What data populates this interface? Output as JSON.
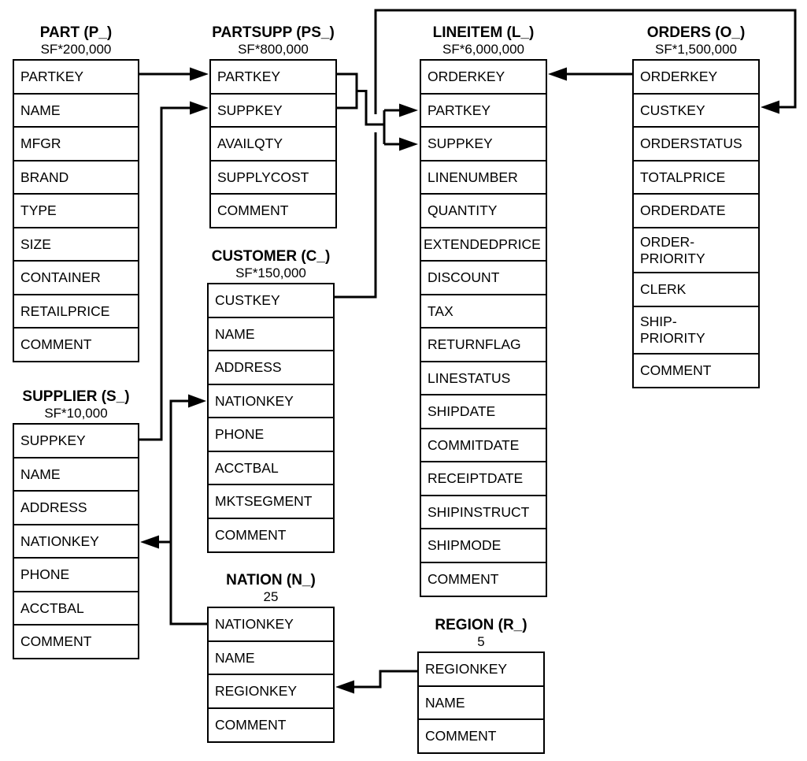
{
  "diagram_type": "database-schema",
  "colors": {
    "background": "#ffffff",
    "line": "#000000",
    "text": "#000000"
  },
  "tables": {
    "part": {
      "title": "PART (P_)",
      "count": "SF*200,000",
      "columns": [
        "PARTKEY",
        "NAME",
        "MFGR",
        "BRAND",
        "TYPE",
        "SIZE",
        "CONTAINER",
        "RETAILPRICE",
        "COMMENT"
      ]
    },
    "partsupp": {
      "title": "PARTSUPP (PS_)",
      "count": "SF*800,000",
      "columns": [
        "PARTKEY",
        "SUPPKEY",
        "AVAILQTY",
        "SUPPLYCOST",
        "COMMENT"
      ]
    },
    "lineitem": {
      "title": "LINEITEM (L_)",
      "count": "SF*6,000,000",
      "columns": [
        "ORDERKEY",
        "PARTKEY",
        "SUPPKEY",
        "LINENUMBER",
        "QUANTITY",
        "EXTENDEDPRICE",
        "DISCOUNT",
        "TAX",
        "RETURNFLAG",
        "LINESTATUS",
        "SHIPDATE",
        "COMMITDATE",
        "RECEIPTDATE",
        "SHIPINSTRUCT",
        "SHIPMODE",
        "COMMENT"
      ]
    },
    "orders": {
      "title": "ORDERS (O_)",
      "count": "SF*1,500,000",
      "columns": [
        "ORDERKEY",
        "CUSTKEY",
        "ORDERSTATUS",
        "TOTALPRICE",
        "ORDERDATE",
        "ORDER-\nPRIORITY",
        "CLERK",
        "SHIP-\nPRIORITY",
        "COMMENT"
      ]
    },
    "supplier": {
      "title": "SUPPLIER (S_)",
      "count": "SF*10,000",
      "columns": [
        "SUPPKEY",
        "NAME",
        "ADDRESS",
        "NATIONKEY",
        "PHONE",
        "ACCTBAL",
        "COMMENT"
      ]
    },
    "customer": {
      "title": "CUSTOMER (C_)",
      "count": "SF*150,000",
      "columns": [
        "CUSTKEY",
        "NAME",
        "ADDRESS",
        "NATIONKEY",
        "PHONE",
        "ACCTBAL",
        "MKTSEGMENT",
        "COMMENT"
      ]
    },
    "nation": {
      "title": "NATION (N_)",
      "count": "25",
      "columns": [
        "NATIONKEY",
        "NAME",
        "REGIONKEY",
        "COMMENT"
      ]
    },
    "region": {
      "title": "REGION (R_)",
      "count": "5",
      "columns": [
        "REGIONKEY",
        "NAME",
        "COMMENT"
      ]
    }
  },
  "relationships": [
    {
      "from": "PART.PARTKEY",
      "to": "PARTSUPP.PARTKEY"
    },
    {
      "from": "SUPPLIER.SUPPKEY",
      "to": "PARTSUPP.SUPPKEY"
    },
    {
      "from": "PARTSUPP.PARTKEY",
      "to": "LINEITEM.PARTKEY"
    },
    {
      "from": "PARTSUPP.SUPPKEY",
      "to": "LINEITEM.SUPPKEY"
    },
    {
      "from": "ORDERS.ORDERKEY",
      "to": "LINEITEM.ORDERKEY"
    },
    {
      "from": "CUSTOMER.CUSTKEY",
      "to": "ORDERS.CUSTKEY"
    },
    {
      "from": "NATION.NATIONKEY",
      "to": "CUSTOMER.NATIONKEY"
    },
    {
      "from": "NATION.NATIONKEY",
      "to": "SUPPLIER.NATIONKEY"
    },
    {
      "from": "REGION.REGIONKEY",
      "to": "NATION.REGIONKEY"
    }
  ]
}
